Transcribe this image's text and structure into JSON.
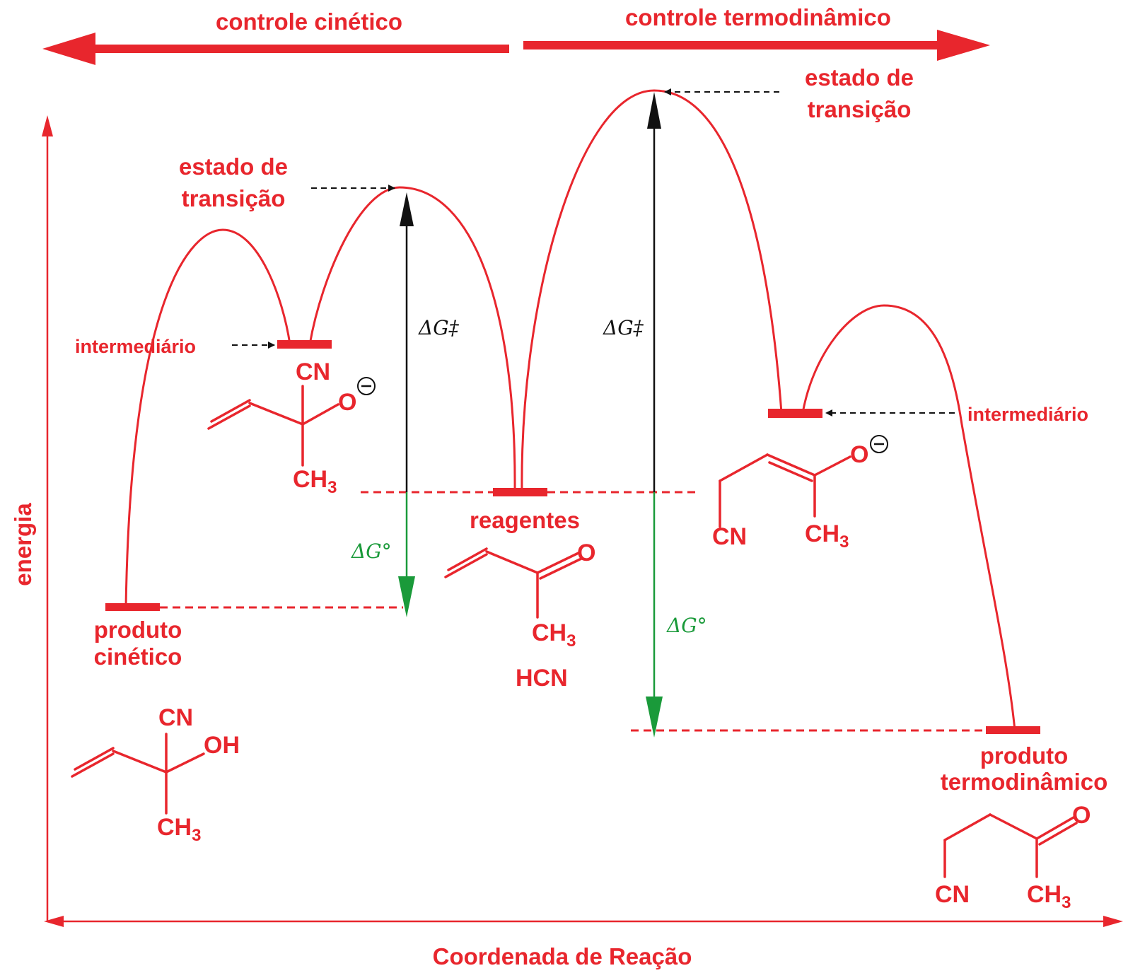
{
  "header": {
    "kinetic_control": "controle cinético",
    "thermo_control": "controle termodinâmico"
  },
  "axes": {
    "y_label": "energia",
    "x_label": "Coordenada de Reação"
  },
  "labels": {
    "ts_left": [
      "estado de",
      "transição"
    ],
    "ts_right": [
      "estado de",
      "transição"
    ],
    "intermediate_left": "intermediário",
    "intermediate_right": "intermediário",
    "reagents": "reagentes",
    "kinetic_product": [
      "produto",
      "cinético"
    ],
    "thermo_product": [
      "produto",
      "termodinâmico"
    ],
    "hcn": "HCN"
  },
  "delta": {
    "dg_act_left": "ΔG‡",
    "dg_act_right": "ΔG‡",
    "dg_std_left": "ΔG°",
    "dg_std_right": "ΔG°"
  },
  "chem": {
    "cn": "CN",
    "ch3_c": "CH",
    "ch3_sub": "3",
    "o": "O",
    "oh": "OH",
    "minus": "−"
  },
  "colors": {
    "red": "#e8262d",
    "black": "#111111",
    "green": "#1a9a3a"
  }
}
